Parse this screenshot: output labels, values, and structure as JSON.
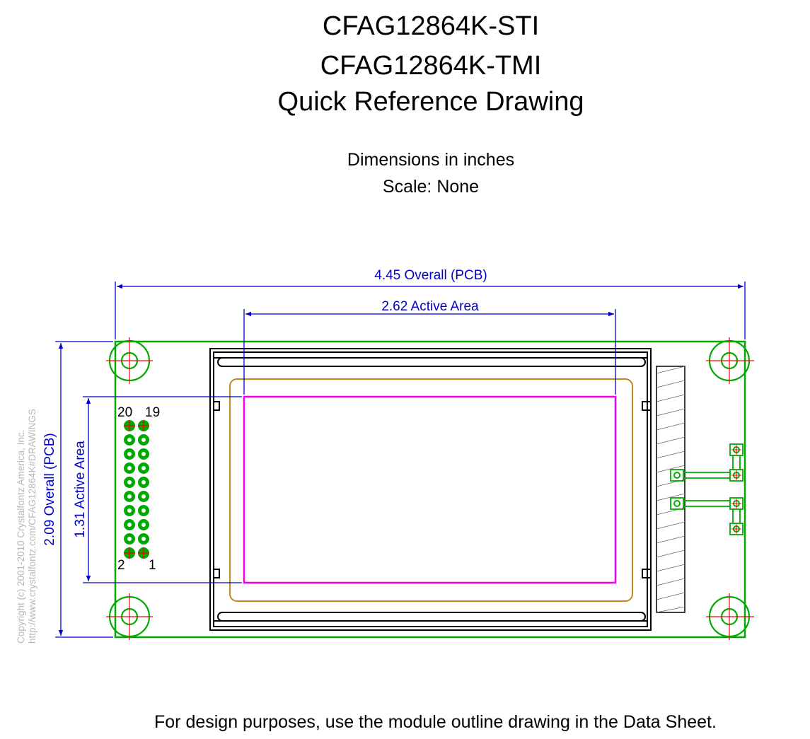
{
  "title": {
    "line1": "CFAG12864K-STI",
    "line2": "CFAG12864K-TMI",
    "line3": "Quick Reference Drawing"
  },
  "subtitle": {
    "units": "Dimensions in inches",
    "scale": "Scale: None"
  },
  "dimensions": {
    "overall_width": "4.45 Overall (PCB)",
    "active_width": "2.62 Active Area",
    "overall_height": "2.09 Overall (PCB)",
    "active_height": "1.31 Active Area"
  },
  "pins": {
    "top_left": "20",
    "top_right": "19",
    "bottom_left": "2",
    "bottom_right": "1"
  },
  "copyright": {
    "line1": "Copyright (c) 2001-2010 Crystalfontz America, Inc.",
    "line2": "http://www.crystalfontz.com/CFAG12864K#DRAWINGS"
  },
  "footer": "For design purposes, use the module outline drawing in the Data Sheet.",
  "colors": {
    "pcb_outline": "#00aa00",
    "dimension": "#0000cc",
    "active_area": "#ee00ee",
    "viewing_area": "#c08820",
    "crosshair": "#ff0000",
    "bezel": "#000000"
  }
}
